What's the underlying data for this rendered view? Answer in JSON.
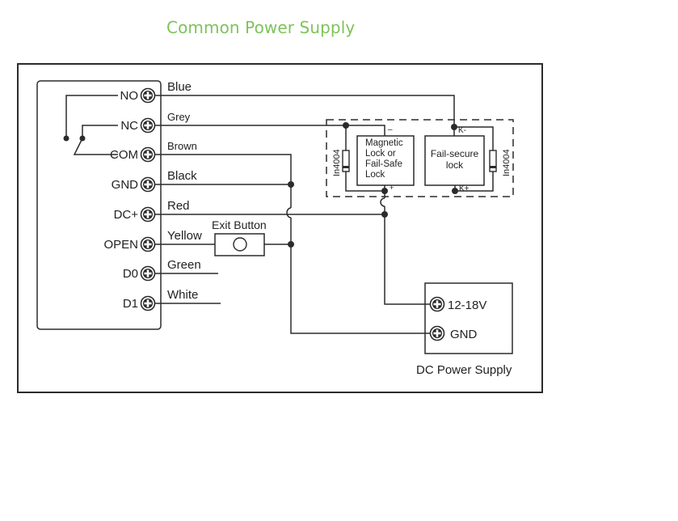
{
  "title": "Common Power Supply",
  "colors": {
    "title": "#7dc35a",
    "line": "#2b2b2b"
  },
  "controller": {
    "terminals": [
      {
        "label": "NO",
        "wire": "Blue"
      },
      {
        "label": "NC",
        "wire": "Grey"
      },
      {
        "label": "COM",
        "wire": "Brown"
      },
      {
        "label": "GND",
        "wire": "Black"
      },
      {
        "label": "DC+",
        "wire": "Red"
      },
      {
        "label": "OPEN",
        "wire": "Yellow"
      },
      {
        "label": "D0",
        "wire": "Green"
      },
      {
        "label": "D1",
        "wire": "White"
      }
    ]
  },
  "exit_button": {
    "label": "Exit Button"
  },
  "locks": {
    "magnetic": {
      "lines": [
        "Magnetic",
        "Lock or",
        "Fail-Safe",
        "Lock"
      ],
      "neg": "–",
      "pos": "+"
    },
    "fail_secure": {
      "lines": [
        "Fail-secure",
        "lock"
      ],
      "neg": "K-",
      "pos": "K+"
    },
    "diode_label": "In4004"
  },
  "power_supply": {
    "label": "DC Power Supply",
    "terminals": [
      "12-18V",
      "GND"
    ]
  }
}
